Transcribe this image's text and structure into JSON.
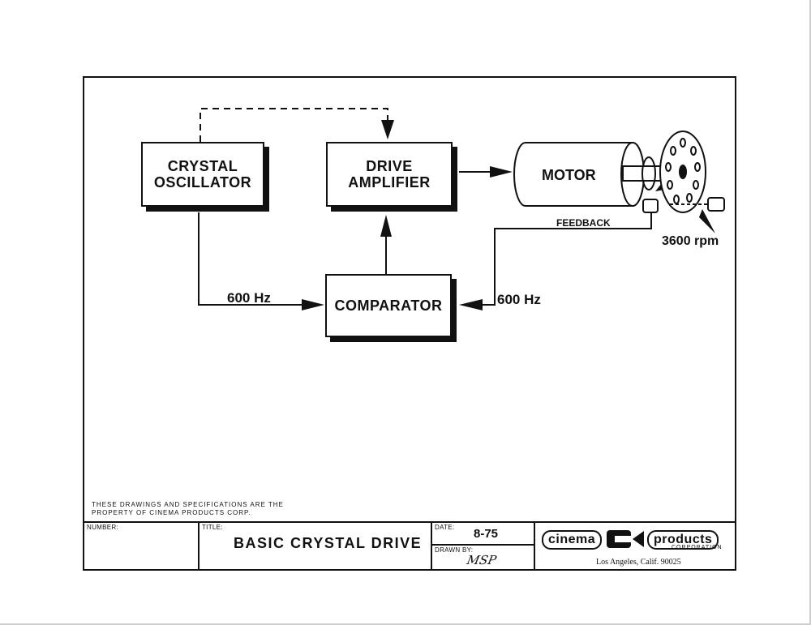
{
  "diagram": {
    "blocks": {
      "oscillator": "CRYSTAL\nOSCILLATOR",
      "amplifier": "DRIVE\nAMPLIFIER",
      "comparator": "COMPARATOR",
      "motor": "MOTOR"
    },
    "labels": {
      "freq_left": "600 Hz",
      "freq_right": "600 Hz",
      "feedback": "FEEDBACK",
      "rpm": "3600 rpm"
    }
  },
  "title_block": {
    "property_note": "THESE DRAWINGS AND SPECIFICATIONS ARE THE\nPROPERTY OF CINEMA PRODUCTS CORP.",
    "number_label": "NUMBER:",
    "title_label": "TITLE:",
    "title": "BASIC CRYSTAL DRIVE",
    "date_label": "DATE:",
    "date": "8-75",
    "drawn_by_label": "DRAWN BY:",
    "drawn_by": "MSP",
    "company_left": "cinema",
    "company_right": "products",
    "company_sub": "CORPORATION",
    "location": "Los Angeles, Calif. 90025"
  },
  "colors": {
    "ink": "#111111",
    "paper": "#ffffff"
  }
}
